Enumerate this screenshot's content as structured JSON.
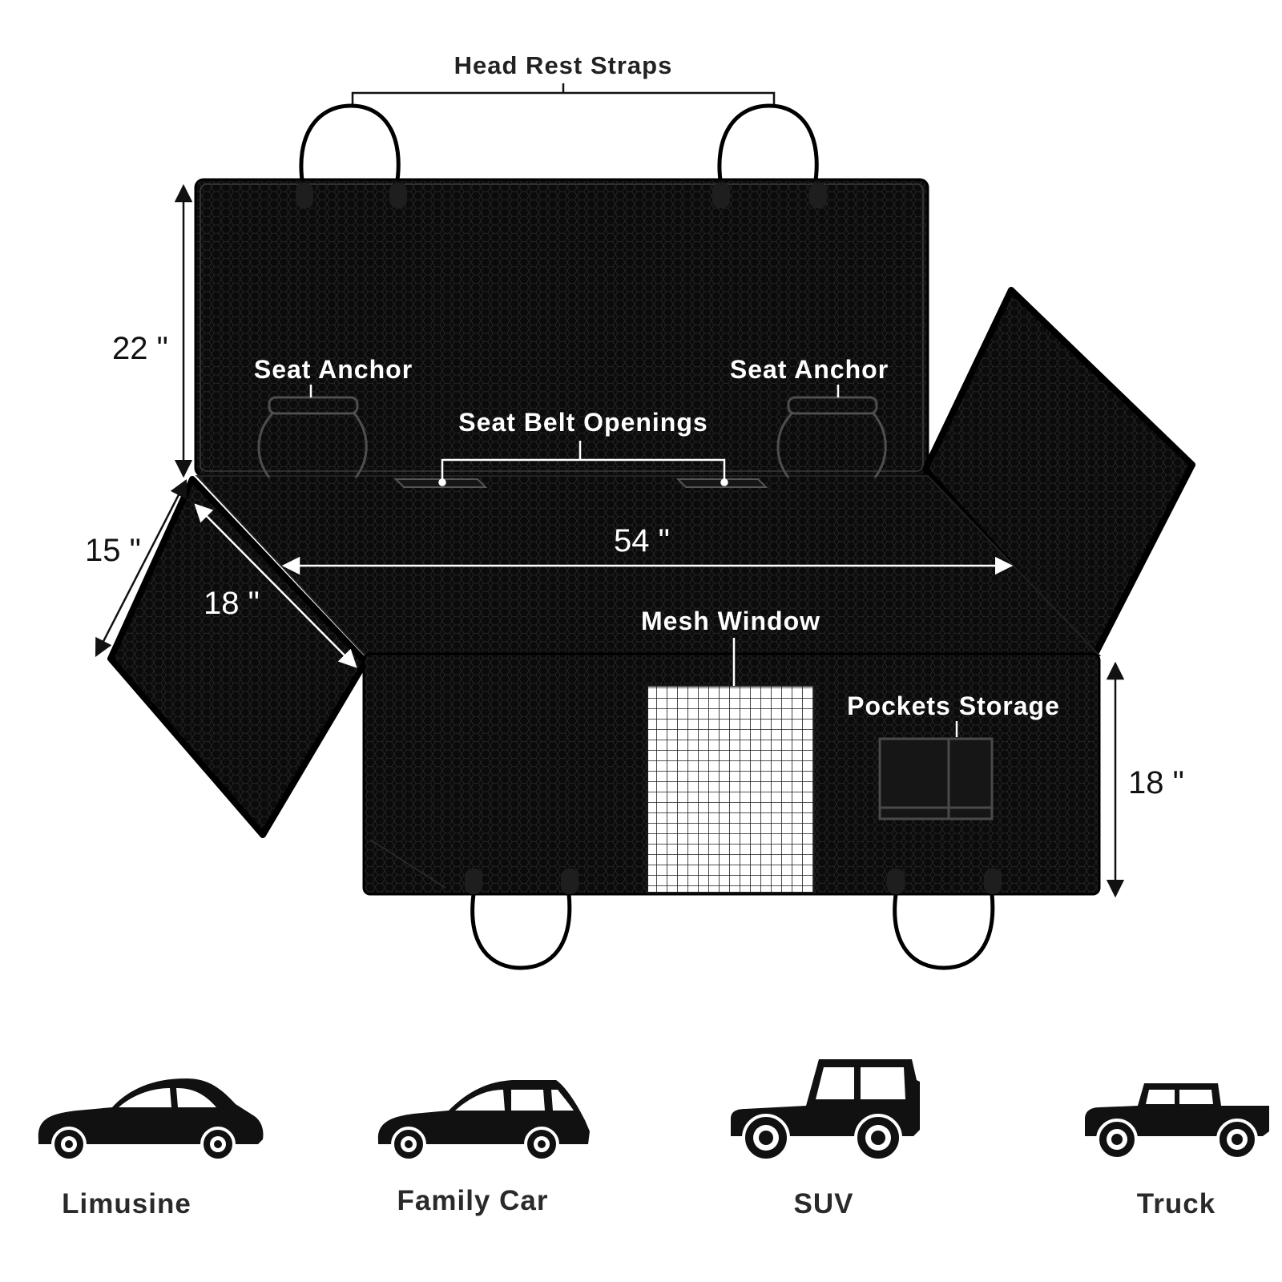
{
  "callouts": {
    "head_rest_straps": "Head Rest Straps",
    "seat_anchor_left": "Seat Anchor",
    "seat_anchor_right": "Seat Anchor",
    "seat_belt_openings": "Seat Belt Openings",
    "mesh_window": "Mesh Window",
    "pockets_storage": "Pockets Storage"
  },
  "dimensions": {
    "back_height": "22 \"",
    "flap_width": "15 \"",
    "flap_depth": "18 \"",
    "seat_width": "54 \"",
    "front_drop": "18 \""
  },
  "vehicles": [
    {
      "label": "Limusine",
      "icon": "sedan-icon"
    },
    {
      "label": "Family Car",
      "icon": "wagon-icon"
    },
    {
      "label": "SUV",
      "icon": "suv-icon"
    },
    {
      "label": "Truck",
      "icon": "pickup-truck-icon"
    }
  ],
  "colors": {
    "cover": "#0d0d0d",
    "background": "#ffffff"
  }
}
